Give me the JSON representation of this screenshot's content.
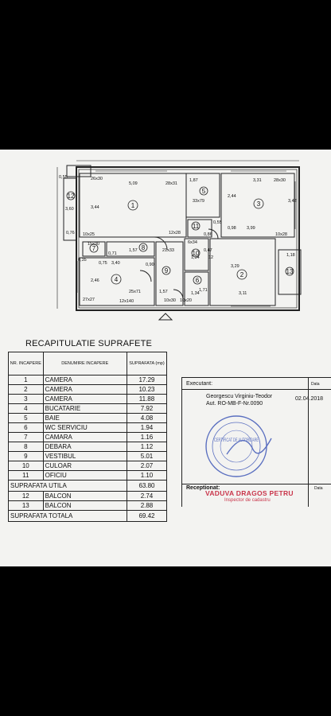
{
  "plan": {
    "room_numbers": [
      "1",
      "2",
      "3",
      "4",
      "5",
      "6",
      "7",
      "8",
      "9",
      "10",
      "11",
      "12",
      "13"
    ],
    "dimensions": {
      "d_5_09": "5,09",
      "d_28x31": "28x31",
      "d_26x30": "26x30",
      "d_1_87": "1,87",
      "d_3_31": "3,31",
      "d_28x30": "28x30",
      "d_3_60": "3,60",
      "d_3_44": "3,44",
      "d_33x79": "33x79",
      "d_2_44": "2,44",
      "d_3_42": "3,42",
      "d_0_76": "0,76",
      "d_3_99": "3,99",
      "d_10x25": "10x25",
      "d_10x28": "10x28",
      "d_0_98": "0,98",
      "d_0_55a": "0,55",
      "d_12x28": "12x28",
      "d_0_86": "0,86",
      "d_15x30": "15x30",
      "d_1_57": "1,57",
      "d_21x33": "21x33",
      "d_6x34": "6x34",
      "d_1_18": "1,18",
      "d_0_35": "0,35",
      "d_3_40": "3,40",
      "d_0_71": "0,71",
      "d_0_75": "0,75",
      "d_0_47": "0,47",
      "d_1_34a": "1,34",
      "d_12": "12",
      "d_3_29": "3,29",
      "d_2_46": "2,46",
      "d_25x71": "25x71",
      "d_0_90": "0,90",
      "d_1_71": "1,71",
      "d_1_34b": "1,34",
      "d_3_11": "3,11",
      "d_27x27": "27x27",
      "d_12x140": "12x140",
      "d_10x30": "10x30",
      "d_10x20": "10x20",
      "d_1_57b": "1,57",
      "d_0_55b": "0,55"
    }
  },
  "recap": {
    "title": "RECAPITULATIE SUPRAFETE",
    "headers": {
      "nr": "NR. INCAPERE",
      "name": "DENUMIRE INCAPERE",
      "area": "SUPRAFATA (mp)"
    },
    "rows": [
      {
        "nr": "1",
        "name": "CAMERA",
        "area": "17.29"
      },
      {
        "nr": "2",
        "name": "CAMERA",
        "area": "10.23"
      },
      {
        "nr": "3",
        "name": "CAMERA",
        "area": "11.88"
      },
      {
        "nr": "4",
        "name": "BUCATARIE",
        "area": "7.92"
      },
      {
        "nr": "5",
        "name": "BAIE",
        "area": "4.08"
      },
      {
        "nr": "6",
        "name": "WC SERVICIU",
        "area": "1.94"
      },
      {
        "nr": "7",
        "name": "CAMARA",
        "area": "1.16"
      },
      {
        "nr": "8",
        "name": "DEBARA",
        "area": "1.12"
      },
      {
        "nr": "9",
        "name": "VESTIBUL",
        "area": "5.01"
      },
      {
        "nr": "10",
        "name": "CULOAR",
        "area": "2.07"
      },
      {
        "nr": "11",
        "name": "OFICIU",
        "area": "1.10"
      }
    ],
    "utila_label": "SUPRAFATA UTILA",
    "utila_value": "63.80",
    "balcony_rows": [
      {
        "nr": "12",
        "name": "BALCON",
        "area": "2.74"
      },
      {
        "nr": "13",
        "name": "BALCON",
        "area": "2.88"
      }
    ],
    "totala_label": "SUPRAFATA TOTALA",
    "totala_value": "69.42"
  },
  "executant": {
    "label": "Executant:",
    "date_label": "Data",
    "name": "Georgescu Virginiu-Teodor",
    "authorization": "Aut. RO-MB-F-Nr.0090",
    "date": "02.04.2018",
    "seal_text": "CERTIFICAT DE AUTORIZARE",
    "receptionat_label": "Receptionat:",
    "receptionat_date_label": "Data",
    "stamp_name": "VADUVA DRAGOS PETRU",
    "stamp_role": "Inspector de cadastru"
  },
  "colors": {
    "paper": "#f3f3f1",
    "ink": "#111111",
    "seal_blue": "#5a6fc0",
    "stamp_red": "#c9344a"
  }
}
